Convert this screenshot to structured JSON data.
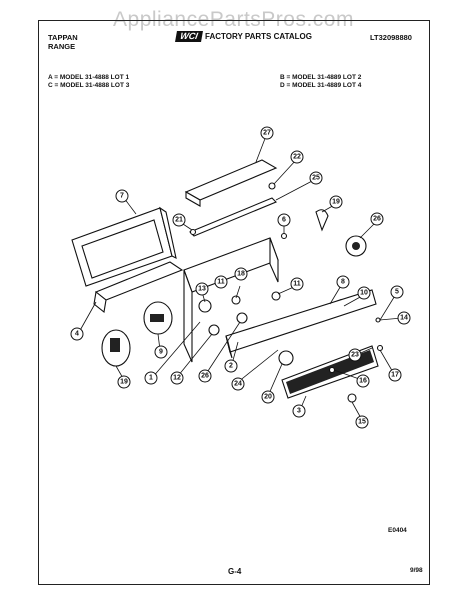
{
  "watermark": "AppliancePartsPros.com",
  "header": {
    "brand_line1": "TAPPAN",
    "brand_line2": "RANGE",
    "logo_text": "WCI",
    "catalog_title": "FACTORY PARTS CATALOG",
    "doc_number": "LT32098880"
  },
  "models": {
    "a": "A = MODEL 31-4888 LOT 1",
    "c": "C = MODEL 31-4888 LOT 3",
    "b": "B = MODEL 31-4889 LOT 2",
    "d": "D = MODEL 31-4889 LOT 4"
  },
  "callouts": [
    "1",
    "2",
    "3",
    "4",
    "5",
    "6",
    "7",
    "8",
    "9",
    "10",
    "11",
    "11",
    "12",
    "13",
    "14",
    "15",
    "16",
    "17",
    "18",
    "19",
    "19",
    "20",
    "21",
    "22",
    "23",
    "24",
    "25",
    "26",
    "26",
    "27"
  ],
  "footer": {
    "diagram_code": "E0404",
    "page_number": "G-4",
    "date": "9/98"
  }
}
